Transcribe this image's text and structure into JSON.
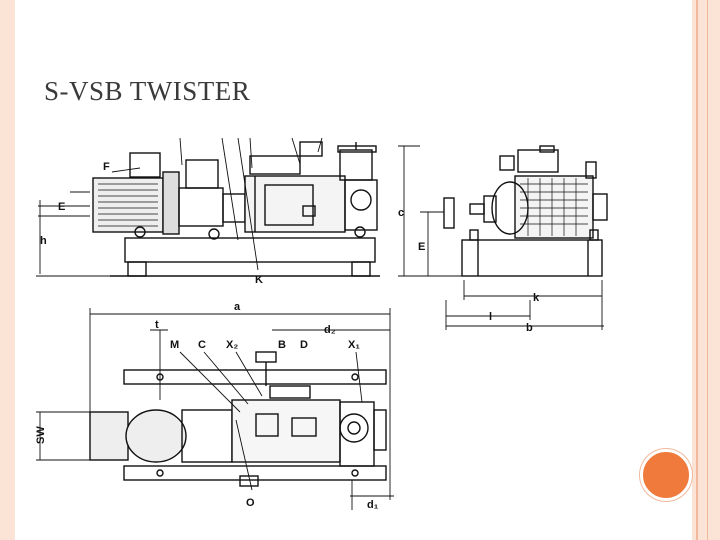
{
  "slide": {
    "title": "S-VSB TWISTER",
    "accent_color": "#f07a3c",
    "frame_color": "#fbe3d6"
  },
  "drawing": {
    "labels": {
      "F": "F",
      "E_left": "E",
      "h": "h",
      "K": "K",
      "c": "c",
      "E_right": "E",
      "k": "k",
      "l": "l",
      "b": "b",
      "a": "a",
      "t": "t",
      "d2": "d₂",
      "M": "M",
      "C": "C",
      "X2": "X₂",
      "B": "B",
      "D": "D",
      "X1": "X₁",
      "SW": "SW",
      "O": "O",
      "d1": "d₁"
    }
  }
}
